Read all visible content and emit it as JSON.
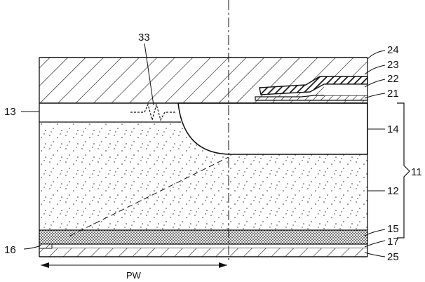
{
  "labels": {
    "l24": "24",
    "l23": "23",
    "l22": "22",
    "l21": "21",
    "l14": "14",
    "l11": "11",
    "l12": "12",
    "l15": "15",
    "l17": "17",
    "l25": "25",
    "l13": "13",
    "l33": "33",
    "l16": "16",
    "pw": "PW"
  }
}
